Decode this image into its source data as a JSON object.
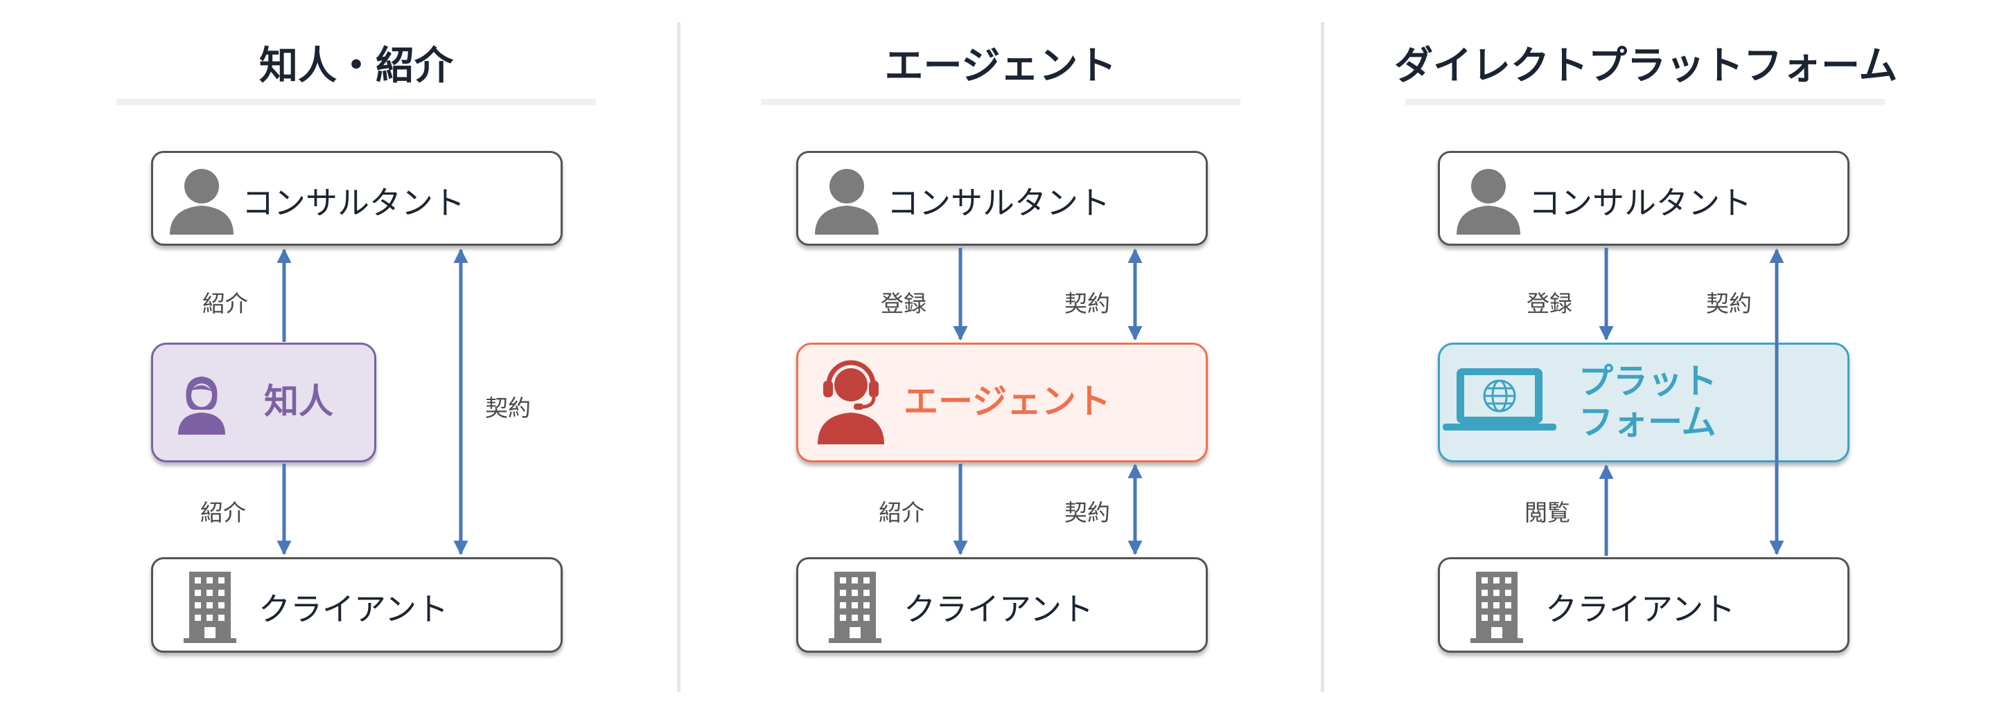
{
  "columns": [
    {
      "title": "知人・紹介",
      "top_node": "コンサルタント",
      "middle_node": "知人",
      "bottom_node": "クライアント",
      "edges": {
        "left_upper": "紹介",
        "left_lower": "紹介",
        "right": "契約"
      }
    },
    {
      "title": "エージェント",
      "top_node": "コンサルタント",
      "middle_node": "エージェント",
      "bottom_node": "クライアント",
      "edges": {
        "left_upper": "登録",
        "right_upper": "契約",
        "left_lower": "紹介",
        "right_lower": "契約"
      }
    },
    {
      "title": "ダイレクトプラットフォーム",
      "top_node": "コンサルタント",
      "middle_node_line1": "プラット",
      "middle_node_line2": "フォーム",
      "bottom_node": "クライアント",
      "edges": {
        "left_upper": "登録",
        "right_upper": "契約",
        "left_lower": "閲覧"
      }
    }
  ],
  "colors": {
    "arrow": "#4a78b8",
    "acquaintance": "#7e61a5",
    "acquaintance_fill": "#e7e0ef",
    "agent": "#f0704e",
    "agent_icon": "#c2433d",
    "agent_fill": "#fff2ee",
    "platform": "#3da3c3",
    "platform_fill": "#dcecf1",
    "person_icon": "#7c7c7c"
  },
  "icons": [
    "person-icon",
    "building-icon",
    "woman-icon",
    "headset-operator-icon",
    "laptop-globe-icon"
  ]
}
